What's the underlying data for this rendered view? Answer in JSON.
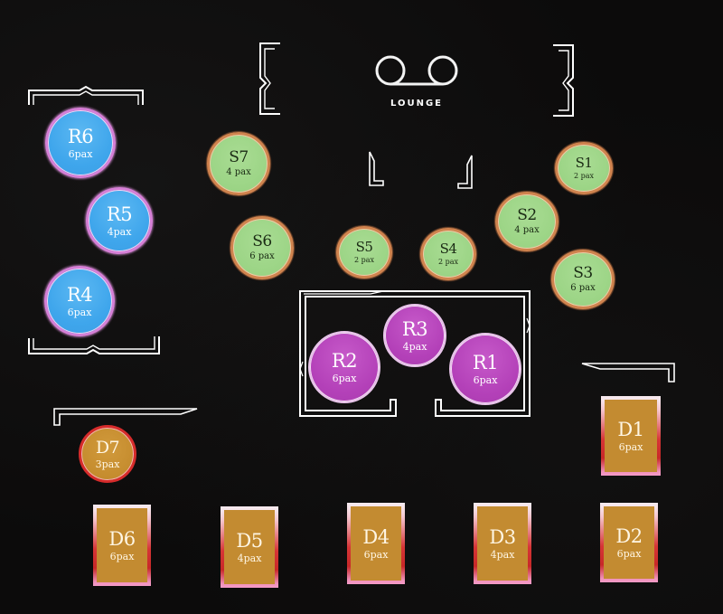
{
  "floor_plan": {
    "background_color": "#0c0b0b",
    "wall_color": "#ffffff",
    "lounge": {
      "label": "LOUNGE",
      "icon": "voicemail-loop-icon"
    },
    "colors": {
      "r_blue": "#3fa6ec",
      "r_blue_border": "#d67fd6",
      "r_purple": "#b340b8",
      "s_green": "#9bd485",
      "s_green_border": "#d0834e",
      "d_gold": "#c38b31",
      "d_red_border": "#d62b2b"
    },
    "tables": {
      "R6": {
        "name": "R6",
        "capacity": "6pax"
      },
      "R5": {
        "name": "R5",
        "capacity": "4pax"
      },
      "R4": {
        "name": "R4",
        "capacity": "6pax"
      },
      "R3": {
        "name": "R3",
        "capacity": "4pax"
      },
      "R2": {
        "name": "R2",
        "capacity": "6pax"
      },
      "R1": {
        "name": "R1",
        "capacity": "6pax"
      },
      "S1": {
        "name": "S1",
        "capacity": "2 pax"
      },
      "S2": {
        "name": "S2",
        "capacity": "4 pax"
      },
      "S3": {
        "name": "S3",
        "capacity": "6 pax"
      },
      "S4": {
        "name": "S4",
        "capacity": "2 pax"
      },
      "S5": {
        "name": "S5",
        "capacity": "2 pax"
      },
      "S6": {
        "name": "S6",
        "capacity": "6 pax"
      },
      "S7": {
        "name": "S7",
        "capacity": "4 pax"
      },
      "D1": {
        "name": "D1",
        "capacity": "6pax"
      },
      "D2": {
        "name": "D2",
        "capacity": "6pax"
      },
      "D3": {
        "name": "D3",
        "capacity": "4pax"
      },
      "D4": {
        "name": "D4",
        "capacity": "6pax"
      },
      "D5": {
        "name": "D5",
        "capacity": "4pax"
      },
      "D6": {
        "name": "D6",
        "capacity": "6pax"
      },
      "D7": {
        "name": "D7",
        "capacity": "3pax"
      }
    }
  }
}
